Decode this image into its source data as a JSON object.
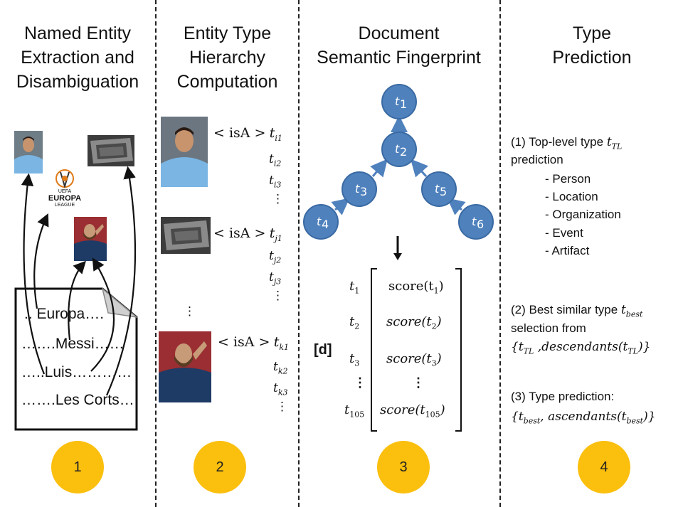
{
  "columns": [
    {
      "title_lines": [
        "Named Entity",
        "Extraction and",
        "Disambiguation"
      ],
      "badge": "1"
    },
    {
      "title_lines": [
        "Entity Type",
        "Hierarchy",
        "Computation"
      ],
      "badge": "2"
    },
    {
      "title_lines": [
        "Document",
        "Semantic Fingerprint"
      ],
      "badge": "3"
    },
    {
      "title_lines": [
        "Type",
        "Prediction"
      ],
      "badge": "4"
    }
  ],
  "document": {
    "lines": [
      ".. Europa….",
      "…….Messi……",
      "…..Luis…………",
      "…….Les Corts…"
    ]
  },
  "logo": {
    "top": "UEFA",
    "main": "EUROPA",
    "sub": "LEAGUE"
  },
  "hierarchy": {
    "isa_label": "< isA >",
    "groups": [
      {
        "base": "t",
        "subs": [
          "i1",
          "i2",
          "i3"
        ]
      },
      {
        "base": "t",
        "subs": [
          "j1",
          "j2",
          "j3"
        ]
      },
      {
        "base": "t",
        "subs": [
          "k1",
          "k2",
          "k3"
        ]
      }
    ],
    "ellipsis": "⋮"
  },
  "graph": {
    "nodes": [
      {
        "id": "t1",
        "label": "t",
        "sub": "1"
      },
      {
        "id": "t2",
        "label": "t",
        "sub": "2"
      },
      {
        "id": "t3",
        "label": "t",
        "sub": "3"
      },
      {
        "id": "t4",
        "label": "t",
        "sub": "4"
      },
      {
        "id": "t5",
        "label": "t",
        "sub": "5"
      },
      {
        "id": "t6",
        "label": "t",
        "sub": "6"
      }
    ],
    "node_color": "#4f81bd",
    "node_border": "#3a6aa3"
  },
  "vector": {
    "label": "[d]",
    "rows": [
      {
        "t": "t",
        "sub": "1",
        "score": "score(t",
        "score_sub": "1",
        "italic": false
      },
      {
        "t": "t",
        "sub": "2",
        "score": "score(t",
        "score_sub": "2",
        "italic": true
      },
      {
        "t": "t",
        "sub": "3",
        "score": "score(t",
        "score_sub": "3",
        "italic": true
      },
      {
        "t": "t",
        "sub": "105",
        "score": "score(t",
        "score_sub": "105",
        "italic": true
      }
    ]
  },
  "prediction": {
    "step1_text": "(1) Top-level type",
    "step1_var": "t",
    "step1_var_sub": "TL",
    "step1_cont": "prediction",
    "types": [
      "- Person",
      "- Location",
      "- Organization",
      "- Event",
      "- Artifact"
    ],
    "step2_text": "(2) Best similar type",
    "step2_var": "t",
    "step2_var_sub": "best",
    "step2_cont": "selection from",
    "step2_set": "{t",
    "step2_set_sub": "TL",
    "step2_set_rest": " ,descendants(t",
    "step2_set_rest_sub": "TL",
    "step2_set_end": ")}",
    "step3_text": "(3) Type prediction:",
    "step3_set": "{t",
    "step3_set_sub": "best",
    "step3_set_rest": ", ascendants(t",
    "step3_set_rest_sub": "best",
    "step3_set_end": ")}"
  },
  "colors": {
    "badge": "#fbbf0e",
    "arrow": "#4f81bd"
  }
}
